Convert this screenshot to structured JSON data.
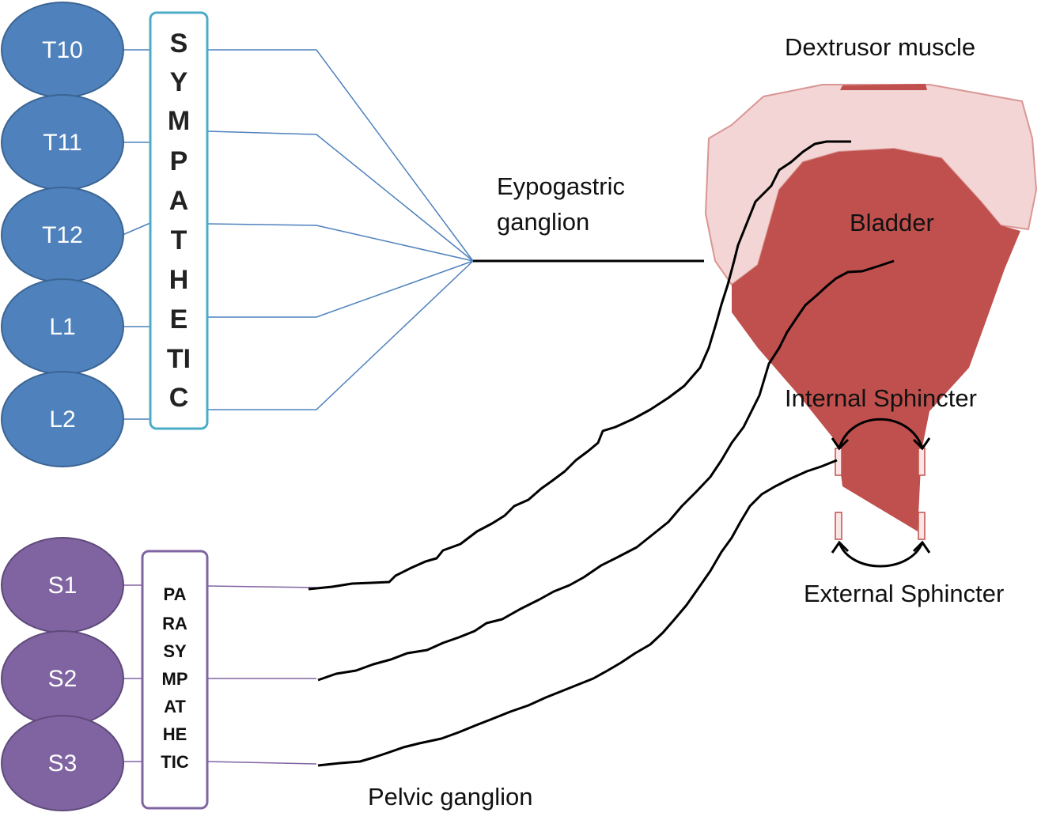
{
  "colors": {
    "sympathetic_node": "#4f81bd",
    "sympathetic_node_stroke": "#3b6593",
    "sympathetic_box": "#4bacc6",
    "sympathetic_lines": "#4f81bd",
    "parasympathetic_node": "#8064a2",
    "parasympathetic_node_stroke": "#5f4a7a",
    "parasympathetic_box": "#8064a2",
    "parasympathetic_lines": "#8064a2",
    "bladder": "#c0504d",
    "detrusor": "#f2d5d4",
    "detrusor_stroke": "#d99694",
    "nerve": "#000000"
  },
  "sympathetic": {
    "nodes": [
      "T10",
      "T11",
      "T12",
      "L1",
      "L2"
    ],
    "letters": [
      "S",
      "Y",
      "M",
      "P",
      "A",
      "T",
      "H",
      "E",
      "TI",
      "C"
    ]
  },
  "parasympathetic": {
    "nodes": [
      "S1",
      "S2",
      "S3"
    ],
    "letters": [
      "PA",
      "RA",
      "SY",
      "MP",
      "AT",
      "HE",
      "TIC"
    ]
  },
  "labels": {
    "detrusor": "Dextrusor muscle",
    "hypogastric_line1": "Eypogastric",
    "hypogastric_line2": "ganglion",
    "bladder": "Bladder",
    "internal_sphincter": "Internal Sphincter",
    "external_sphincter": "External Sphincter",
    "pelvic_ganglion": "Pelvic ganglion"
  }
}
